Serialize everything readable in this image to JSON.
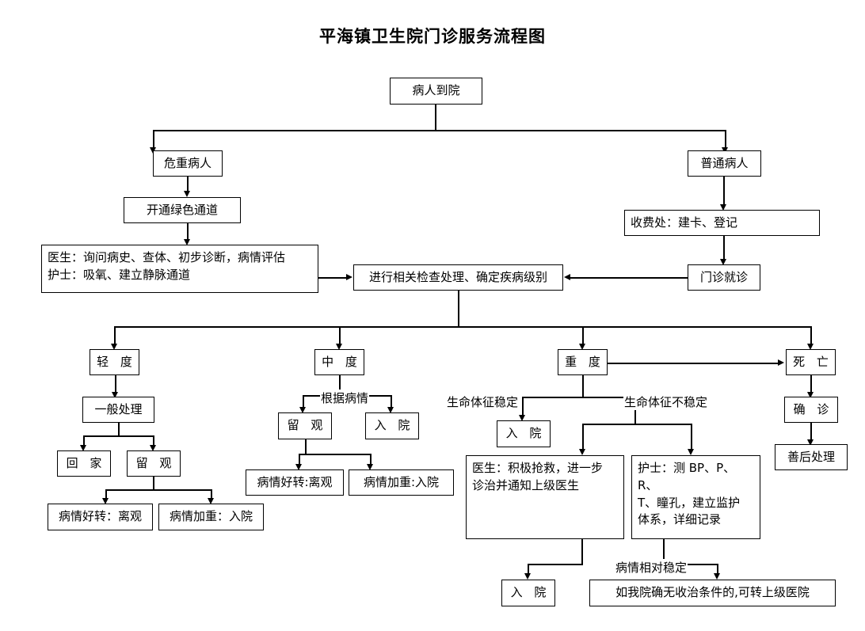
{
  "document": {
    "title": "平海镇卫生院门诊服务流程图"
  },
  "nodes": {
    "patient_arrival": "病人到院",
    "critical_patient": "危重病人",
    "normal_patient": "普通病人",
    "green_channel": "开通绿色通道",
    "doctor_nurse_initial": "医生：询问病史、查体、初步诊断，病情评估\n护士：吸氧、建立静脉通道",
    "billing_register": "收费处：建卡、登记",
    "outpatient_visit": "门诊就诊",
    "exam_and_grade": "进行相关检查处理、确定疾病级别",
    "mild": "轻 度",
    "moderate": "中 度",
    "severe": "重 度",
    "death": "死 亡",
    "general_treatment": "一般处理",
    "go_home": "回 家",
    "observation_mild": "留 观",
    "improved_mild": "病情好转：离观",
    "worsened_mild": "病情加重：入院",
    "observation_moderate": "留 观",
    "admit_moderate": "入 院",
    "improved_moderate": "病情好转:离观",
    "worsened_moderate": "病情加重:入院",
    "admit_severe_stable": "入 院",
    "doctor_rescue": "医生：积极抢救，进一步\n诊治并通知上级医生",
    "nurse_monitor": "护士：测 BP、P、R、\nT、瞳孔，建立监护\n体系，详细记录",
    "admit_final": "入 院",
    "transfer_hospital": "如我院确无收治条件的,可转上级医院",
    "confirm_death": "确 诊",
    "aftercare": "善后处理"
  },
  "edge_labels": {
    "by_condition": "根据病情",
    "vitals_stable": "生命体征稳定",
    "vitals_unstable": "生命体征不稳定",
    "condition_relatively_stable": "病情相对稳定"
  },
  "colors": {
    "line": "#000000",
    "box_fill": "#ffffff",
    "text": "#000000",
    "page_bg": "#ffffff"
  },
  "chart_data": {
    "type": "diagram",
    "diagram_kind": "flowchart",
    "title": "平海镇卫生院门诊服务流程图",
    "edges": [
      {
        "from": "病人到院",
        "to": "危重病人",
        "label": ""
      },
      {
        "from": "病人到院",
        "to": "普通病人",
        "label": ""
      },
      {
        "from": "危重病人",
        "to": "开通绿色通道",
        "label": ""
      },
      {
        "from": "开通绿色通道",
        "to": "医生：询问病史、查体、初步诊断，病情评估 / 护士：吸氧、建立静脉通道",
        "label": ""
      },
      {
        "from": "医生：询问病史、查体、初步诊断，病情评估 / 护士：吸氧、建立静脉通道",
        "to": "进行相关检查处理、确定疾病级别",
        "label": ""
      },
      {
        "from": "普通病人",
        "to": "收费处：建卡、登记",
        "label": ""
      },
      {
        "from": "收费处：建卡、登记",
        "to": "门诊就诊",
        "label": ""
      },
      {
        "from": "门诊就诊",
        "to": "进行相关检查处理、确定疾病级别",
        "label": ""
      },
      {
        "from": "进行相关检查处理、确定疾病级别",
        "to": "轻 度",
        "label": ""
      },
      {
        "from": "进行相关检查处理、确定疾病级别",
        "to": "中 度",
        "label": ""
      },
      {
        "from": "进行相关检查处理、确定疾病级别",
        "to": "重 度",
        "label": ""
      },
      {
        "from": "进行相关检查处理、确定疾病级别",
        "to": "死 亡",
        "label": ""
      },
      {
        "from": "重 度",
        "to": "死 亡",
        "label": ""
      },
      {
        "from": "轻 度",
        "to": "一般处理",
        "label": ""
      },
      {
        "from": "一般处理",
        "to": "回 家",
        "label": ""
      },
      {
        "from": "一般处理",
        "to": "留 观",
        "label": ""
      },
      {
        "from": "留 观",
        "to": "病情好转：离观",
        "label": ""
      },
      {
        "from": "留 观",
        "to": "病情加重：入院",
        "label": ""
      },
      {
        "from": "中 度",
        "to": "留 观",
        "label": "根据病情"
      },
      {
        "from": "中 度",
        "to": "入 院",
        "label": "根据病情"
      },
      {
        "from": "留 观",
        "to": "病情好转:离观",
        "label": ""
      },
      {
        "from": "入 院",
        "to": "病情加重:入院",
        "label": ""
      },
      {
        "from": "重 度",
        "to": "入 院",
        "label": "生命体征稳定"
      },
      {
        "from": "重 度",
        "to": "医生：积极抢救，进一步诊治并通知上级医生",
        "label": "生命体征不稳定"
      },
      {
        "from": "重 度",
        "to": "护士：测 BP、P、R、T、瞳孔，建立监护体系，详细记录",
        "label": "生命体征不稳定"
      },
      {
        "from": "医生：积极抢救，进一步诊治并通知上级医生",
        "to": "入 院",
        "label": "病情相对稳定"
      },
      {
        "from": "护士：测 BP、P、R、T、瞳孔，建立监护体系，详细记录",
        "to": "如我院确无收治条件的,可转上级医院",
        "label": "病情相对稳定"
      },
      {
        "from": "死 亡",
        "to": "确 诊",
        "label": ""
      },
      {
        "from": "确 诊",
        "to": "善后处理",
        "label": ""
      }
    ]
  }
}
